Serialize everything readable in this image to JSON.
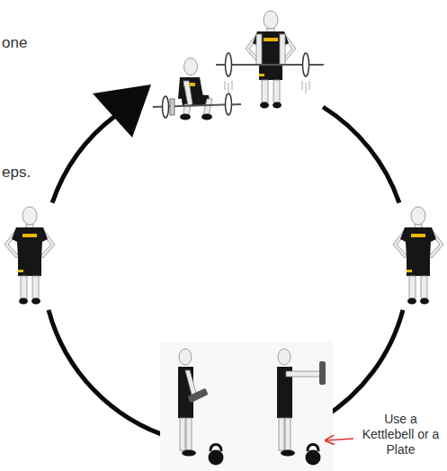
{
  "diagram": {
    "labels": [
      "one",
      "eps.",
      "Use a Kettlebell or a Plate"
    ]
  }
}
